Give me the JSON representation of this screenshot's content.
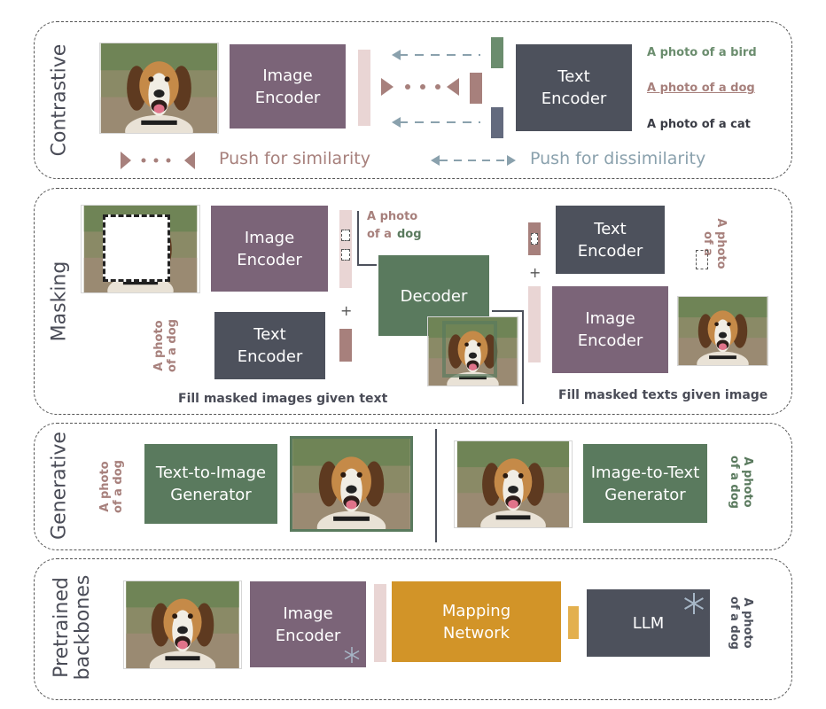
{
  "panels": {
    "contrastive": {
      "title": "Contrastive",
      "image_encoder": "Image\nEncoder",
      "text_encoder": "Text\nEncoder",
      "captions": [
        "A photo of a bird",
        "A photo of a dog",
        "A photo of a cat"
      ],
      "legend_similarity": "Push for similarity",
      "legend_dissimilarity": "Push for dissimilarity"
    },
    "masking": {
      "title": "Masking",
      "image_encoder_left": "Image\nEncoder",
      "text_encoder_left": "Text\nEncoder",
      "decoder": "Decoder",
      "text_encoder_right": "Text\nEncoder",
      "image_encoder_right": "Image\nEncoder",
      "label_a_photo": "A photo",
      "label_of_a": "of a",
      "label_dog": "dog",
      "vertical_text_left": "A photo\nof a dog",
      "vertical_text_right": "A photo\nof a",
      "plus": "+",
      "caption_left": "Fill masked images given text",
      "caption_right": "Fill masked texts given image"
    },
    "generative": {
      "title": "Generative",
      "text_to_image": "Text-to-Image\nGenerator",
      "image_to_text": "Image-to-Text\nGenerator",
      "vertical_text_left": "A photo\nof a dog",
      "vertical_text_right": "A photo\nof a dog"
    },
    "pretrained": {
      "title": "Pretrained\nbackbones",
      "image_encoder": "Image\nEncoder",
      "mapping_network": "Mapping\nNetwork",
      "llm": "LLM",
      "vertical_text": "A photo\nof a dog"
    }
  },
  "colors": {
    "purple": "#7b6478",
    "slate": "#4d515c",
    "green": "#5a7a5e",
    "orange": "#d29428",
    "mauve": "#a7807c",
    "pink": "#e9d5d4",
    "steel": "#8aa1ad",
    "caption_green": "#6b8d6e"
  }
}
